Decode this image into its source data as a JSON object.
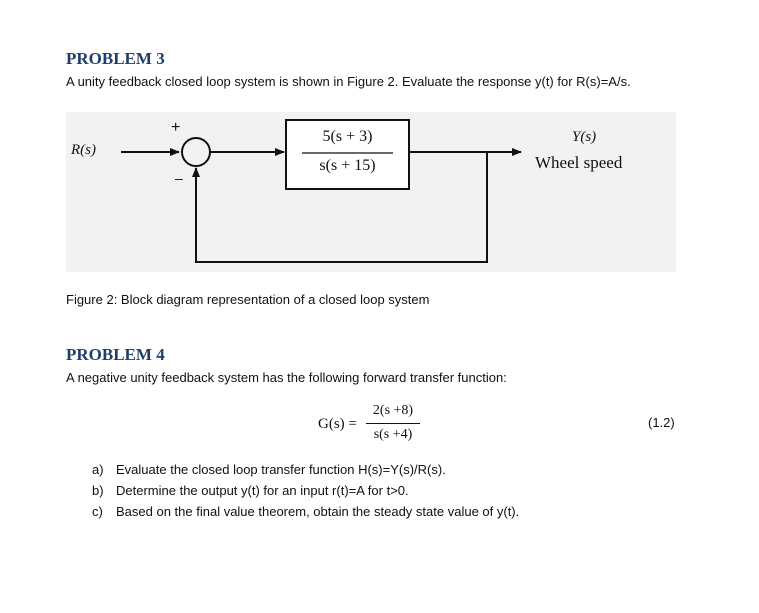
{
  "problem3": {
    "title": "PROBLEM 3",
    "statement": "A unity feedback closed loop system is shown in Figure 2. Evaluate the response y(t) for R(s)=A/s."
  },
  "diagram": {
    "input_label": "R(s)",
    "plus_sign": "+",
    "minus_sign": "–",
    "tf_numerator": "5(s + 3)",
    "tf_denominator": "s(s + 15)",
    "output_label": "Y(s)",
    "output_name": "Wheel speed",
    "caption": "Figure 2: Block diagram representation of a closed loop system"
  },
  "problem4": {
    "title": "PROBLEM 4",
    "statement": "A negative unity feedback system has the following forward transfer function:",
    "eq_lhs": "G(s) =",
    "eq_numerator": "2(s +8)",
    "eq_denominator": "s(s +4)",
    "eq_number": "(1.2)",
    "items": [
      {
        "letter": "a)",
        "text": "Evaluate the closed loop transfer function  H(s)=Y(s)/R(s)."
      },
      {
        "letter": "b)",
        "text": "Determine the output y(t) for an input r(t)=A for t>0."
      },
      {
        "letter": "c)",
        "text": "Based on the final value theorem, obtain the steady  state value of y(t)."
      }
    ]
  }
}
